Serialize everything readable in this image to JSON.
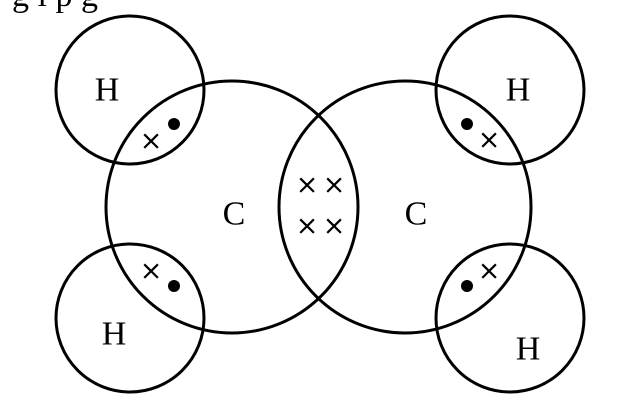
{
  "caption_fragment": "g     l                                              p   g",
  "atoms": {
    "hydrogen_symbol": "H",
    "carbon_symbol": "C"
  },
  "electron_symbols": {
    "cross": "×",
    "dot": "•"
  }
}
